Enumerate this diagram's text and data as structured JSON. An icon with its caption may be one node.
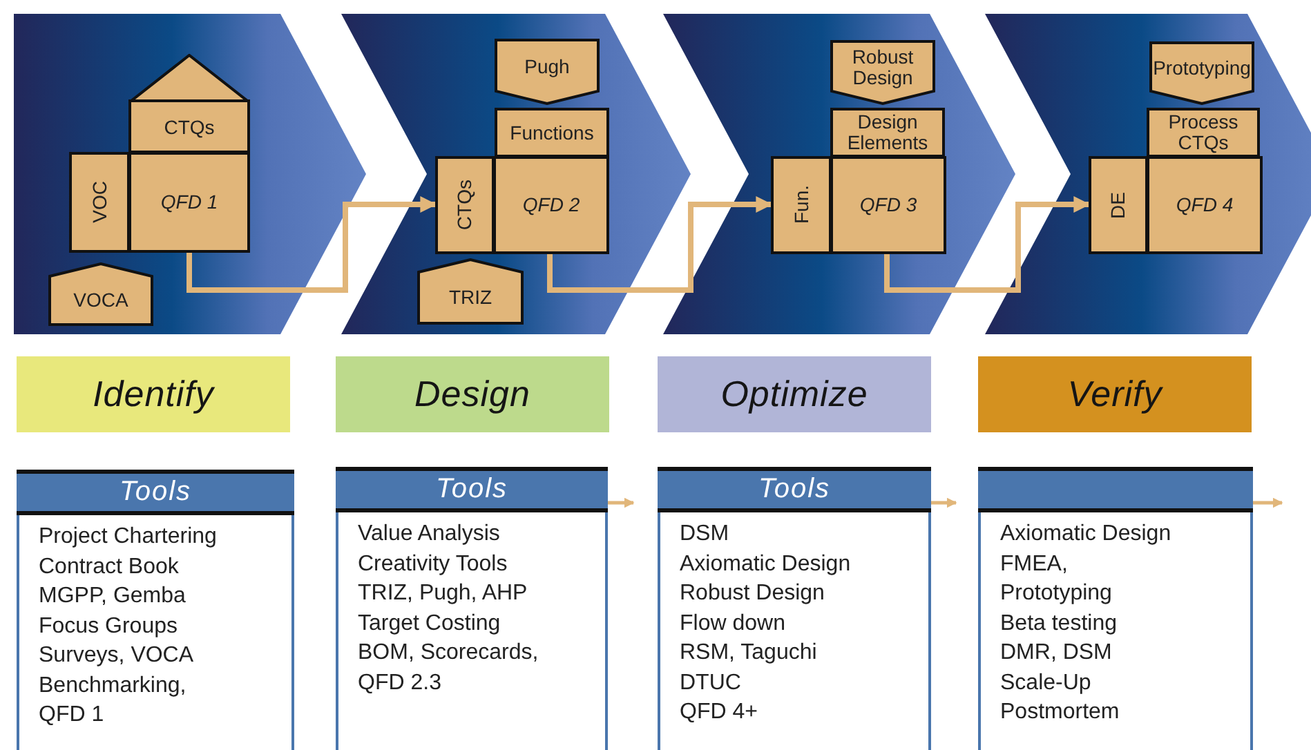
{
  "diagram": {
    "nodes": [
      {
        "text": [
          "CTQs"
        ]
      },
      {
        "text": [
          "VOC"
        ]
      },
      {
        "text": [
          "QFD 1"
        ]
      },
      {
        "text": [
          "VOCA"
        ]
      },
      {
        "text": [
          "Pugh"
        ]
      },
      {
        "text": [
          "Functions"
        ]
      },
      {
        "text": [
          "CTQs"
        ]
      },
      {
        "text": [
          "QFD 2"
        ]
      },
      {
        "text": [
          "TRIZ"
        ]
      },
      {
        "text": [
          "Robust Design"
        ]
      },
      {
        "text": [
          "Design Elements"
        ]
      },
      {
        "text": [
          "Fun."
        ]
      },
      {
        "text": [
          "QFD 3"
        ]
      },
      {
        "text": [
          "Prototyping"
        ]
      },
      {
        "text": [
          "Process CTQs"
        ]
      },
      {
        "text": [
          "DE"
        ]
      },
      {
        "text": [
          "QFD 4"
        ]
      },
      {
        "text": [
          "Identify"
        ]
      },
      {
        "text": [
          "Design"
        ]
      },
      {
        "text": [
          "Optimize"
        ]
      },
      {
        "text": [
          "Verify"
        ]
      },
      {
        "text": [
          "Tools",
          "Project Chartering",
          "Contract Book",
          "MGPP, Gemba",
          "Focus Groups",
          "Surveys, VOCA",
          "Benchmarking,",
          "QFD 1"
        ]
      },
      {
        "text": [
          "Tools",
          "Value Analysis",
          "Creativity Tools",
          "TRIZ, Pugh, AHP",
          "Target Costing",
          "BOM, Scorecards,",
          "QFD 2.3"
        ]
      },
      {
        "text": [
          "Tools",
          "DSM",
          "Axiomatic Design",
          "Robust Design",
          "Flow down",
          "RSM, Taguchi",
          "DTUC",
          "QFD 4+"
        ]
      },
      {
        "text": [
          "Axiomatic Design",
          "FMEA,",
          "Prototyping",
          "Beta testing",
          "DMR, DSM",
          "Scale-Up",
          "Postmortem"
        ]
      }
    ],
    "edges": [
      {
        "from": 2,
        "to": 6,
        "arrow": "to"
      },
      {
        "from": 7,
        "to": 11,
        "arrow": "to"
      },
      {
        "from": 12,
        "to": 15,
        "arrow": "to"
      },
      {
        "from": 22,
        "to": null,
        "arrow": "to"
      },
      {
        "from": 23,
        "to": null,
        "arrow": "to"
      },
      {
        "from": 24,
        "to": null,
        "arrow": "to"
      }
    ]
  }
}
